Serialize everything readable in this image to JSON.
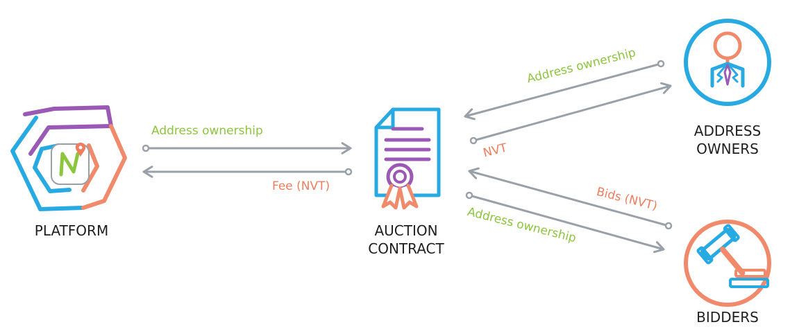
{
  "colors": {
    "arrow": "#9aa0a8",
    "green": "#8cc63f",
    "orange": "#ee7e5f",
    "blue": "#27aae1",
    "purple": "#9b59b6",
    "salmon": "#f08a6a"
  },
  "nodes": {
    "platform": {
      "label": "PLATFORM",
      "icon": "platform-logo-icon"
    },
    "auction": {
      "label_line1": "AUCTION",
      "label_line2": "CONTRACT",
      "icon": "contract-certificate-icon"
    },
    "owners": {
      "label_line1": "ADDRESS",
      "label_line2": "OWNERS",
      "icon": "business-person-icon"
    },
    "bidders": {
      "label": "BIDDERS",
      "icon": "auction-gavel-icon"
    }
  },
  "edges": {
    "platform_to_auction": "Address ownership",
    "auction_to_platform": "Fee (NVT)",
    "owners_to_auction": "Address ownership",
    "auction_to_owners": "NVT",
    "bidders_to_auction": "Bids (NVT)",
    "auction_to_bidders": "Address ownership"
  }
}
